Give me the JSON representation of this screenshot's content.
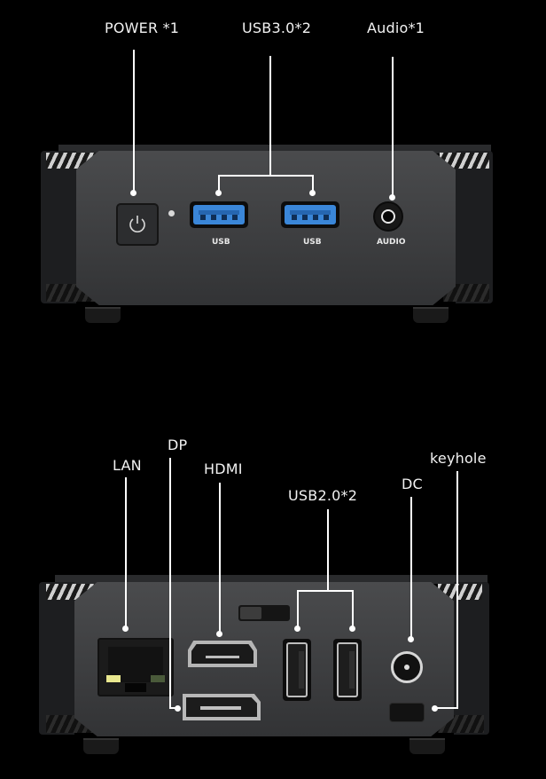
{
  "front_panel": {
    "callouts": [
      {
        "id": "power",
        "label": "POWER *1"
      },
      {
        "id": "usb30",
        "label": "USB3.0*2"
      },
      {
        "id": "audio",
        "label": "Audio*1"
      }
    ],
    "port_captions": {
      "usb_left": "USB",
      "usb_right": "USB",
      "audio": "AUDIO"
    },
    "colors": {
      "usb3_blue": "#3a86d8",
      "body": "#434446"
    }
  },
  "rear_panel": {
    "callouts": [
      {
        "id": "lan",
        "label": "LAN"
      },
      {
        "id": "dp",
        "label": "DP"
      },
      {
        "id": "hdmi",
        "label": "HDMI"
      },
      {
        "id": "usb20",
        "label": "USB2.0*2"
      },
      {
        "id": "dc",
        "label": "DC"
      },
      {
        "id": "keyhole",
        "label": "keyhole"
      }
    ]
  }
}
